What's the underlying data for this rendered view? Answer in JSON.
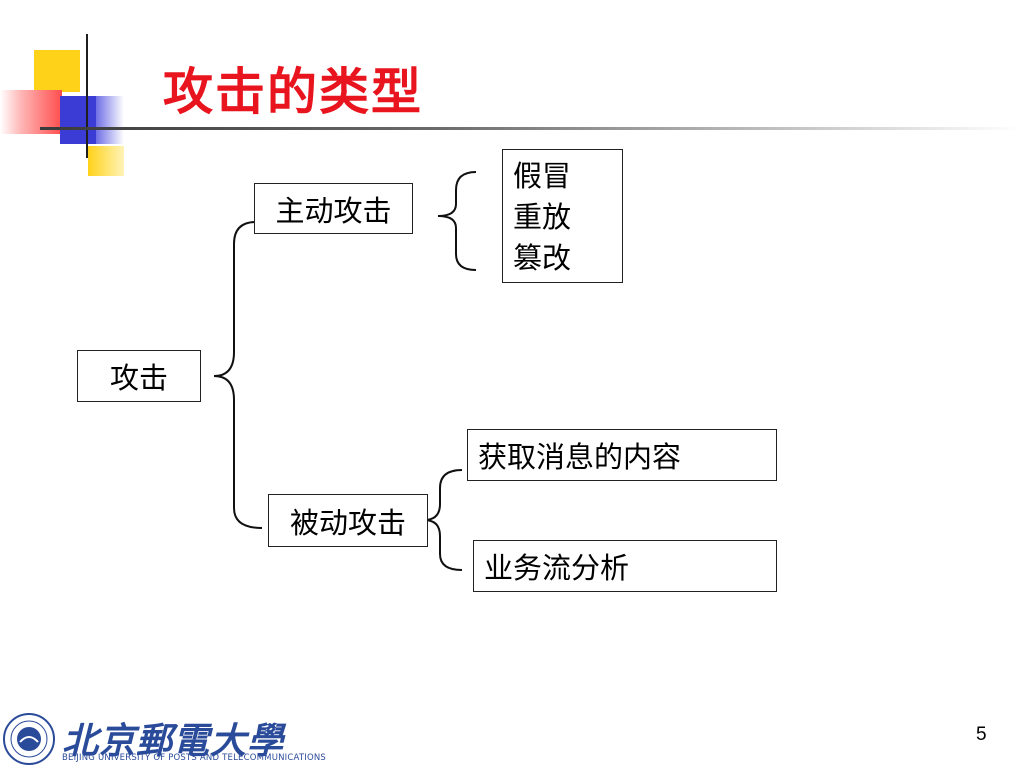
{
  "slide": {
    "title": "攻击的类型",
    "page_number": "5"
  },
  "diagram": {
    "root": {
      "label": "攻击"
    },
    "active": {
      "label": "主动攻击",
      "items": [
        "假冒",
        "重放",
        "篡改"
      ]
    },
    "passive": {
      "label": "被动攻击",
      "items": [
        "获取消息的内容",
        "业务流分析"
      ]
    }
  },
  "footer": {
    "university_cn": "北京郵電大學",
    "university_en": "BEIJING UNIVERSITY OF POSTS AND TELECOMMUNICATIONS"
  },
  "colors": {
    "title": "#e8141e",
    "accent_yellow": "#ffd21a",
    "accent_blue": "#3b3bd6",
    "accent_red": "#ff4d4d",
    "logo_blue": "#2a4a9a"
  }
}
